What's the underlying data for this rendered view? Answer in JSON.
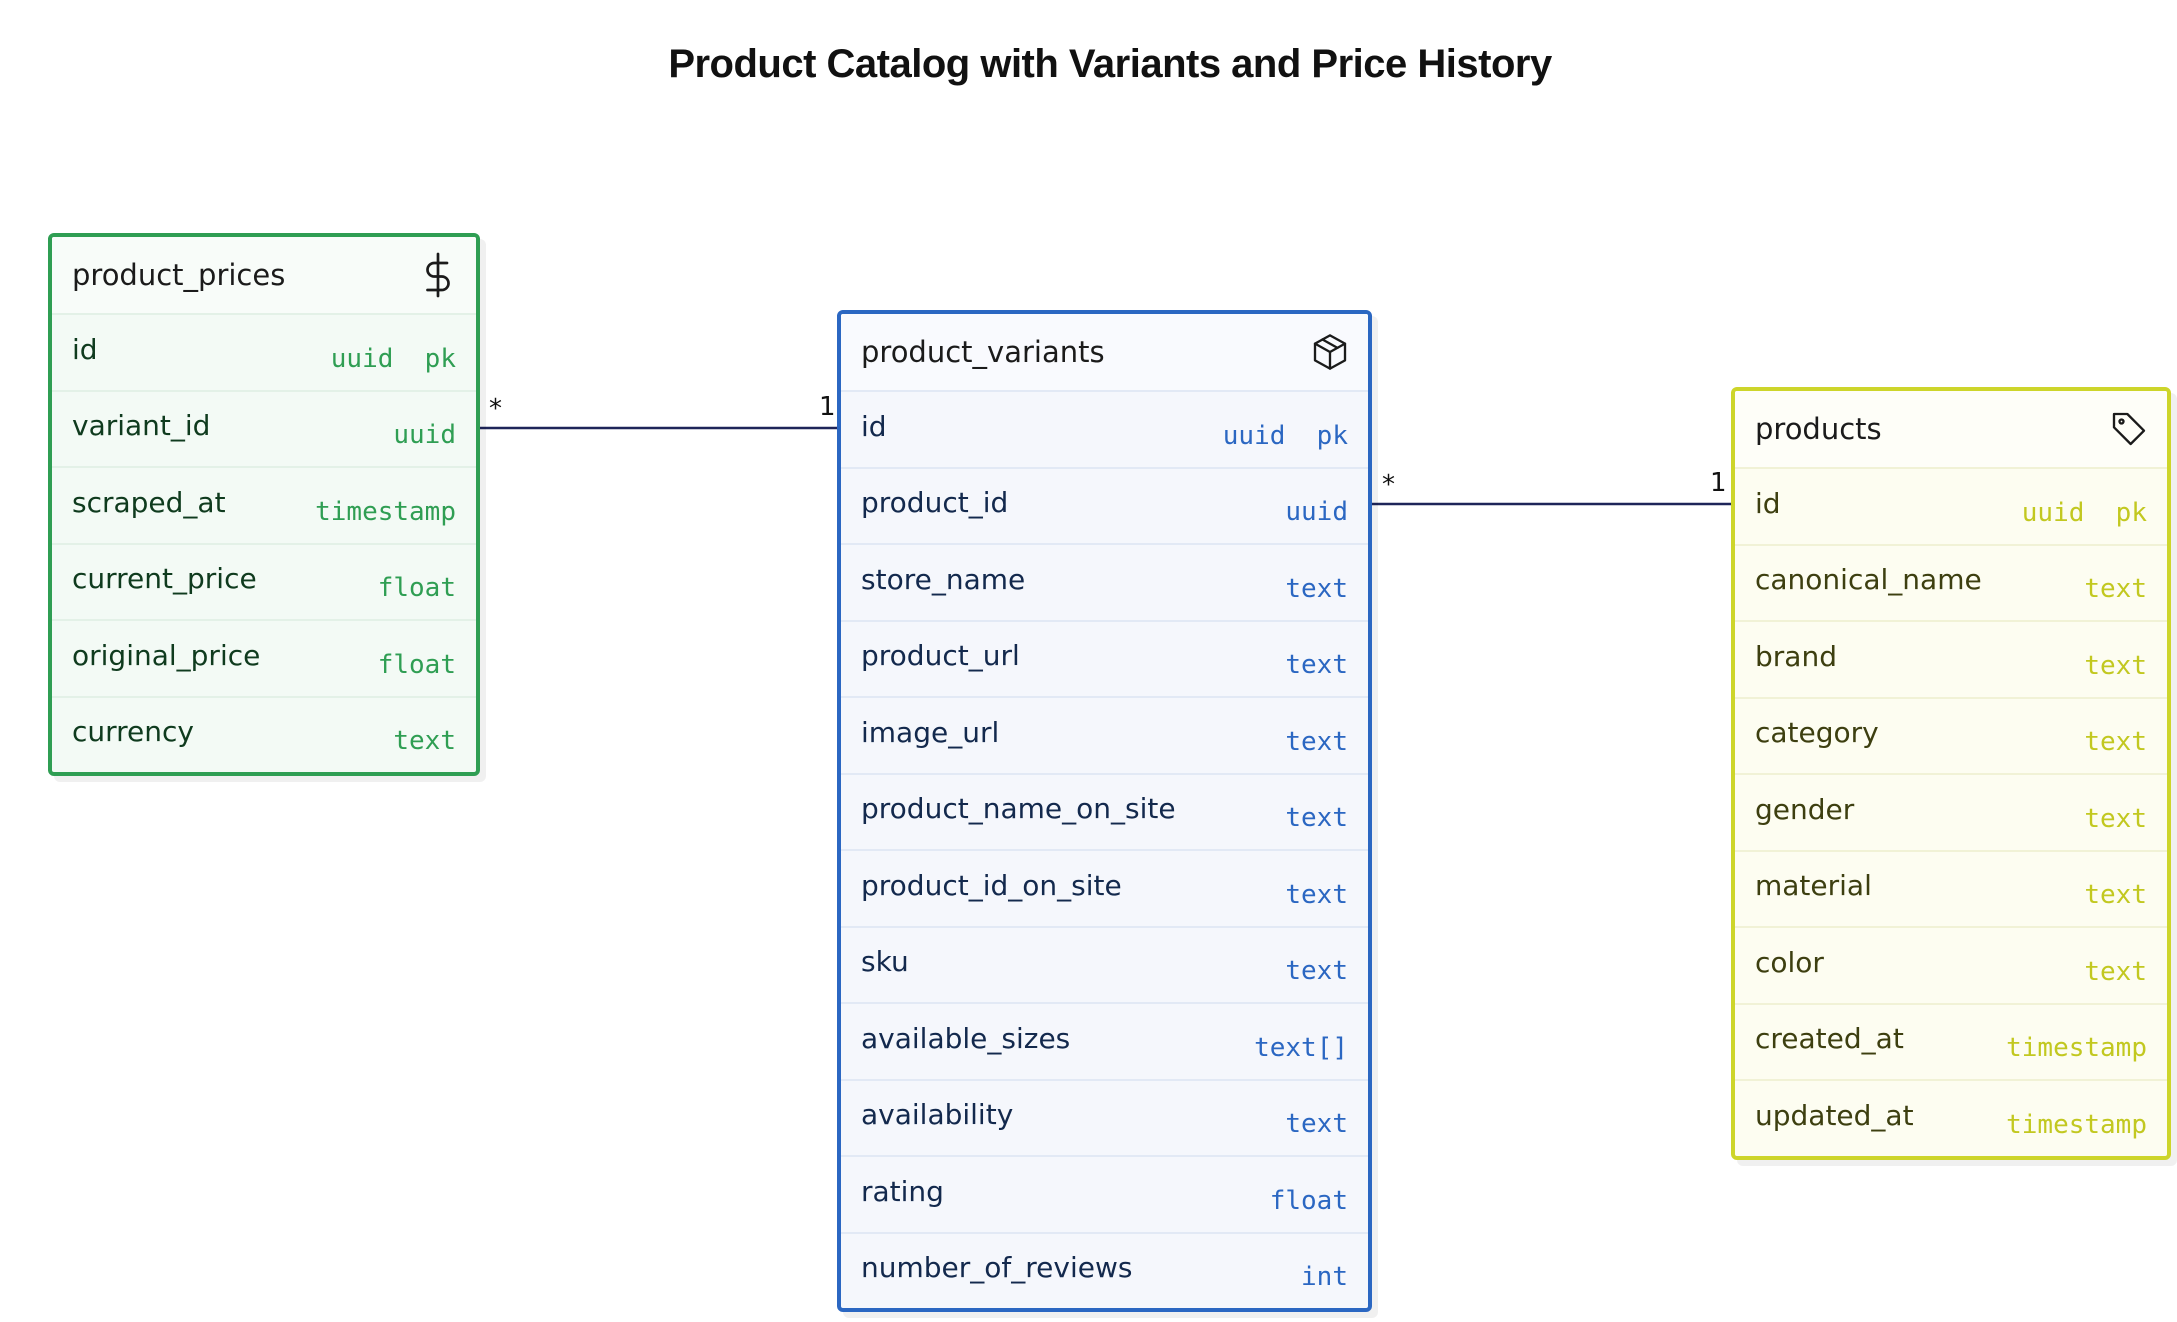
{
  "title": "Product Catalog with Variants and Price History",
  "entities": {
    "product_prices": {
      "name": "product_prices",
      "icon": "dollar-icon",
      "accent": "#2f9e53",
      "fields": [
        {
          "name": "id",
          "type": "uuid  pk"
        },
        {
          "name": "variant_id",
          "type": "uuid"
        },
        {
          "name": "scraped_at",
          "type": "timestamp"
        },
        {
          "name": "current_price",
          "type": "float"
        },
        {
          "name": "original_price",
          "type": "float"
        },
        {
          "name": "currency",
          "type": "text"
        }
      ]
    },
    "product_variants": {
      "name": "product_variants",
      "icon": "package-icon",
      "accent": "#2b67c2",
      "fields": [
        {
          "name": "id",
          "type": "uuid  pk"
        },
        {
          "name": "product_id",
          "type": "uuid"
        },
        {
          "name": "store_name",
          "type": "text"
        },
        {
          "name": "product_url",
          "type": "text"
        },
        {
          "name": "image_url",
          "type": "text"
        },
        {
          "name": "product_name_on_site",
          "type": "text"
        },
        {
          "name": "product_id_on_site",
          "type": "text"
        },
        {
          "name": "sku",
          "type": "text"
        },
        {
          "name": "available_sizes",
          "type": "text[]"
        },
        {
          "name": "availability",
          "type": "text"
        },
        {
          "name": "rating",
          "type": "float"
        },
        {
          "name": "number_of_reviews",
          "type": "int"
        }
      ]
    },
    "products": {
      "name": "products",
      "icon": "tag-icon",
      "accent": "#cdd52a",
      "fields": [
        {
          "name": "id",
          "type": "uuid  pk"
        },
        {
          "name": "canonical_name",
          "type": "text"
        },
        {
          "name": "brand",
          "type": "text"
        },
        {
          "name": "category",
          "type": "text"
        },
        {
          "name": "gender",
          "type": "text"
        },
        {
          "name": "material",
          "type": "text"
        },
        {
          "name": "color",
          "type": "text"
        },
        {
          "name": "created_at",
          "type": "timestamp"
        },
        {
          "name": "updated_at",
          "type": "timestamp"
        }
      ]
    }
  },
  "relationships": [
    {
      "from": "product_prices.variant_id",
      "to": "product_variants.id",
      "from_cardinality": "*",
      "to_cardinality": "1"
    },
    {
      "from": "product_variants.product_id",
      "to": "products.id",
      "from_cardinality": "*",
      "to_cardinality": "1"
    }
  ],
  "line_color": "#1e2559"
}
